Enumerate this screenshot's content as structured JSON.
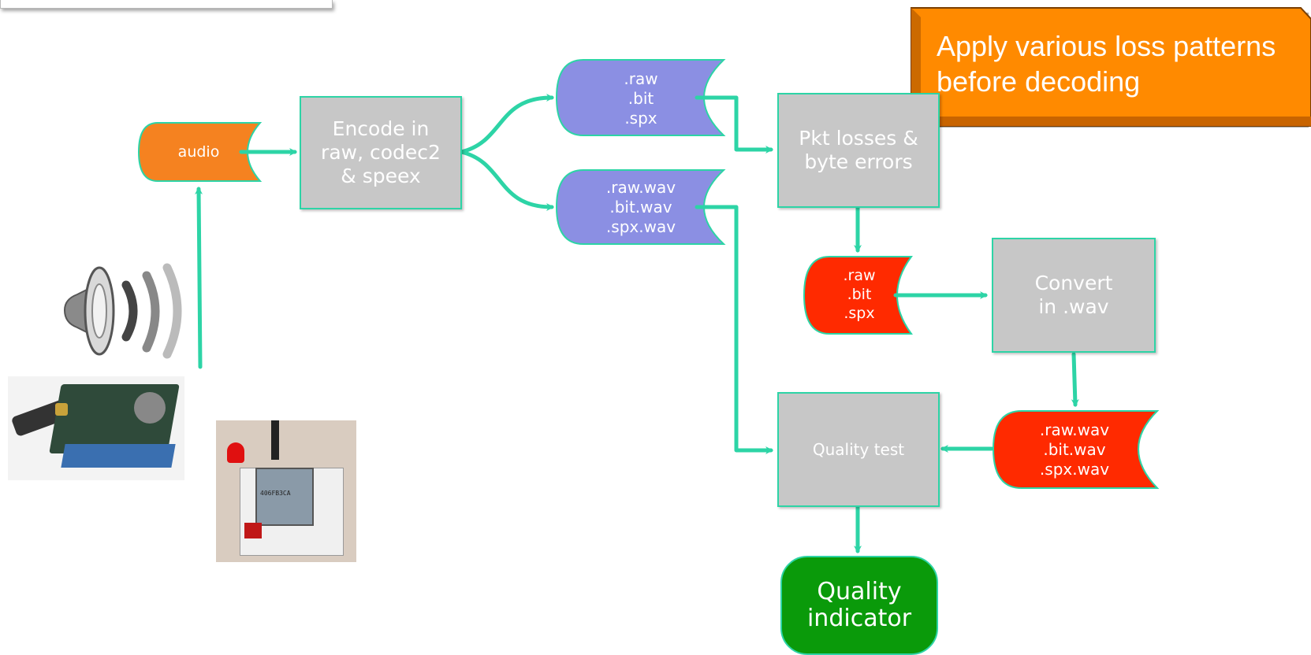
{
  "audio_label": "audio",
  "encode_box": "Encode in\nraw, codec2\n& speex",
  "encoded_files": ".raw\n.bit\n.spx",
  "encoded_wav_files": ".raw.wav\n.bit.wav\n.spx.wav",
  "pkt_losses_box": "Pkt losses &\nbyte errors",
  "lossy_files": ".raw\n.bit\n.spx",
  "convert_box": "Convert\nin .wav",
  "lossy_wav_files": ".raw.wav\n.bit.wav\n.spx.wav",
  "quality_test_box": "Quality test",
  "quality_indicator": "Quality\nindicator",
  "callout_text": "Apply various loss patterns before decoding",
  "photo_board_text": "406FB3CA",
  "colors": {
    "arrow": "#2dd4a6",
    "audio": "#f58220",
    "encoded": "#8b8fe3",
    "lossy": "#ff2a00",
    "box": "#c7c7c7",
    "indicator": "#0a9a0a",
    "callout": "#ff8a00"
  }
}
